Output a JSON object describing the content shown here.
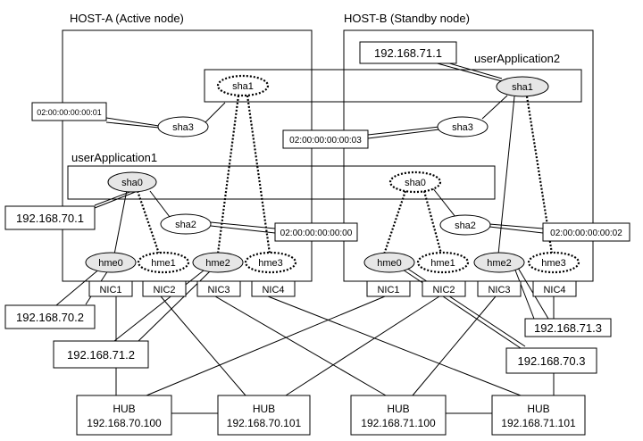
{
  "hosts": {
    "a_title": "HOST-A (Active node)",
    "b_title": "HOST-B (Standby node)"
  },
  "apps": {
    "app1": "userApplication1",
    "app2": "userApplication2"
  },
  "nodes": {
    "sha0": "sha0",
    "sha1": "sha1",
    "sha2": "sha2",
    "sha3": "sha3",
    "hme0": "hme0",
    "hme1": "hme1",
    "hme2": "hme2",
    "hme3": "hme3"
  },
  "nics": {
    "nic1": "NIC1",
    "nic2": "NIC2",
    "nic3": "NIC3",
    "nic4": "NIC4"
  },
  "macs": {
    "m01": "02:00:00:00:00:01",
    "m03": "02:00:00:00:00:03",
    "m00": "02:00:00:00:00:00",
    "m02": "02:00:00:00:00:02"
  },
  "ips": {
    "ip71_1": "192.168.71.1",
    "ip70_1": "192.168.70.1",
    "ip70_2": "192.168.70.2",
    "ip71_2": "192.168.71.2",
    "ip71_3": "192.168.71.3",
    "ip70_3": "192.168.70.3"
  },
  "hubs": {
    "label": "HUB",
    "h1": "192.168.70.100",
    "h2": "192.168.70.101",
    "h3": "192.168.71.100",
    "h4": "192.168.71.101"
  }
}
